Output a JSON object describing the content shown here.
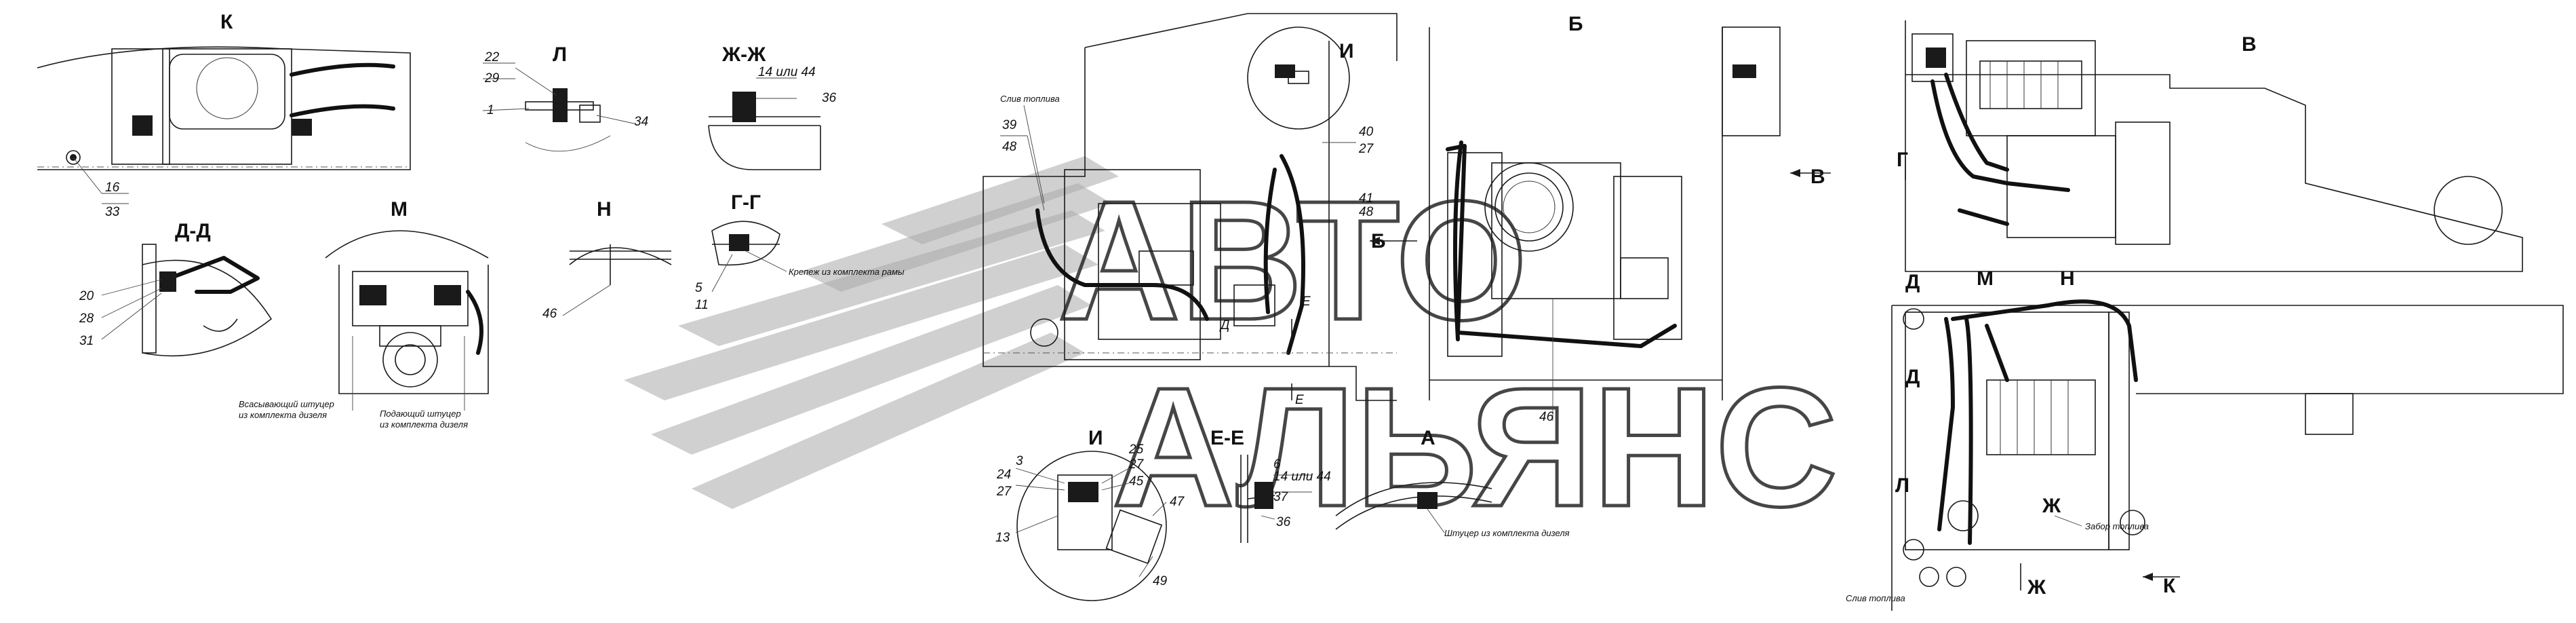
{
  "views": {
    "k": "К",
    "l": "Л",
    "zh": "Ж-Ж",
    "dd": "Д-Д",
    "m": "М",
    "n": "Н",
    "gg": "Г-Г",
    "i": "И",
    "b": "Б",
    "v": "В",
    "ee": "Е-Е",
    "a": "А"
  },
  "callouts": {
    "c16": "16",
    "c33": "33",
    "c22": "22",
    "c29": "29",
    "c1": "1",
    "c34": "34",
    "c14or44": "14 или 44",
    "c36": "36",
    "c20": "20",
    "c28": "28",
    "c31": "31",
    "c46": "46",
    "c5": "5",
    "c11": "11",
    "c39": "39",
    "c48": "48",
    "c40": "40",
    "c41": "41",
    "c48b": "48",
    "c46b": "46",
    "c3": "3",
    "c24": "24",
    "c27": "27",
    "c25": "25",
    "c27b": "27",
    "c45": "45",
    "c13": "13",
    "c49": "49",
    "c47": "47",
    "c14or44b": "14 или 44",
    "c36b": "36",
    "c37": "37",
    "c6": "6"
  },
  "captions": {
    "suction": "Всасывающий штуцер\nиз комплекта дизеля",
    "supply": "Подающий штуцер\nиз комплекта дизеля",
    "frameMount": "Крепеж из комплекта рамы",
    "fuelDrain": "Слив топлива",
    "dieselFitting": "Штуцер из комплекта дизеля",
    "fuelIntake": "Забор топлива",
    "fuelDrainB": "Слив топлива"
  },
  "markers": {
    "i": "И",
    "b": "Б",
    "v": "В",
    "e1": "Е",
    "e2": "Е",
    "g": "Г",
    "d1": "Д",
    "d2": "Д",
    "m": "М",
    "n": "Н",
    "l": "Л",
    "zh1": "Ж",
    "zh2": "Ж",
    "k": "К",
    "a": "А",
    "dd": "Д",
    "ee": "Е"
  },
  "watermark": {
    "line1": "АВТО",
    "line2": "АЛЬЯНС"
  }
}
